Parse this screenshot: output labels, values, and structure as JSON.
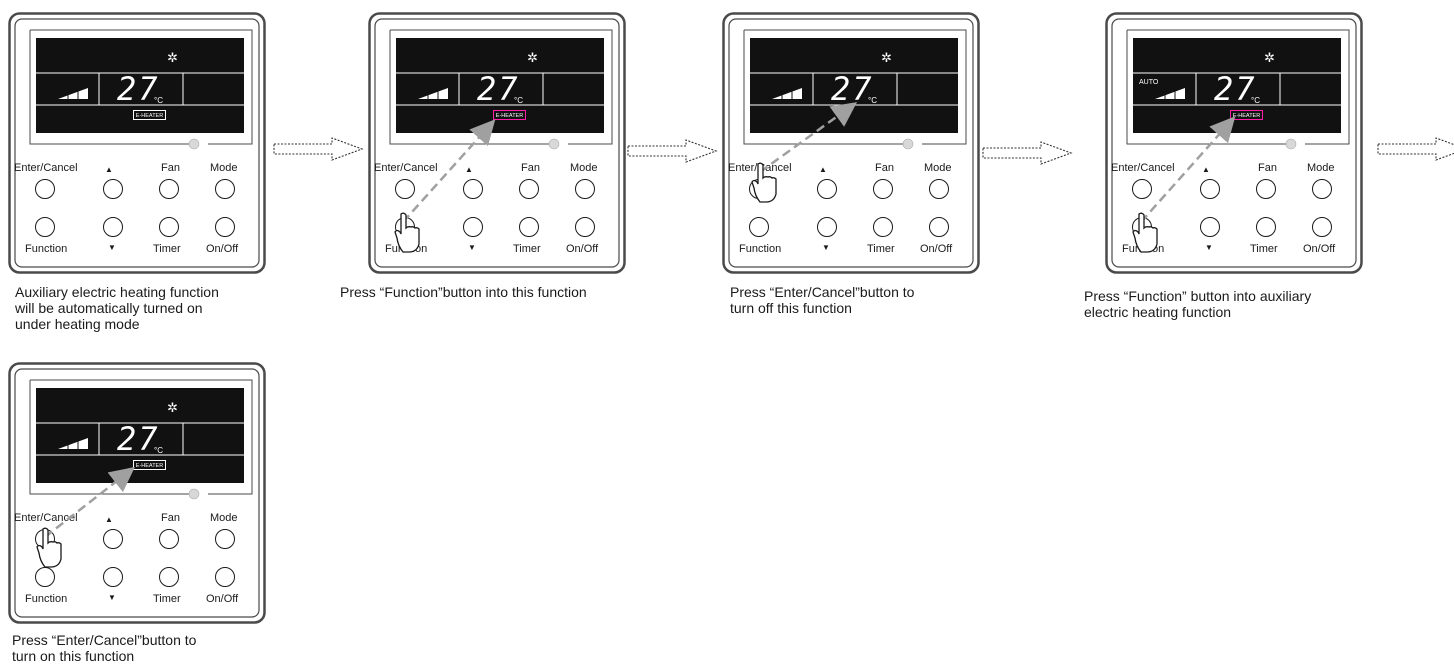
{
  "panels": [
    {
      "id": "p1",
      "auto": "",
      "ehtr": "E-HEATER",
      "highlight": false,
      "caption": [
        "Auxiliary electric heating function",
        "will be automatically turned on",
        "under heating mode"
      ]
    },
    {
      "id": "p2",
      "auto": "",
      "ehtr": "E-HEATER",
      "highlight": true,
      "caption": [
        "Press “Function”button into this function"
      ]
    },
    {
      "id": "p3",
      "auto": "",
      "ehtr": "",
      "highlight": false,
      "caption": [
        "Press “Enter/Cancel”button to",
        "turn  off  this  function"
      ]
    },
    {
      "id": "p4",
      "auto": "AUTO",
      "ehtr": "E-HEATER",
      "highlight": true,
      "caption": [
        "Press “Function” button into auxiliary",
        "electric heating function"
      ]
    },
    {
      "id": "p5",
      "auto": "",
      "ehtr": "E-HEATER",
      "highlight": false,
      "caption": [
        "Press “Enter/Cancel”button  to",
        "turn  on  this  function"
      ]
    }
  ],
  "display": {
    "temperature": "27",
    "unit": "°C",
    "mode_icon": "sun-icon"
  },
  "buttons": {
    "enter_cancel": "Enter/Cancel",
    "up": "▲",
    "fan": "Fan",
    "mode": "Mode",
    "function": "Function",
    "down": "▼",
    "timer": "Timer",
    "on_off": "On/Off"
  },
  "colors": {
    "lcd": "#111111",
    "highlight": "#ff1ea8",
    "arrow": "#a0a0a0"
  }
}
